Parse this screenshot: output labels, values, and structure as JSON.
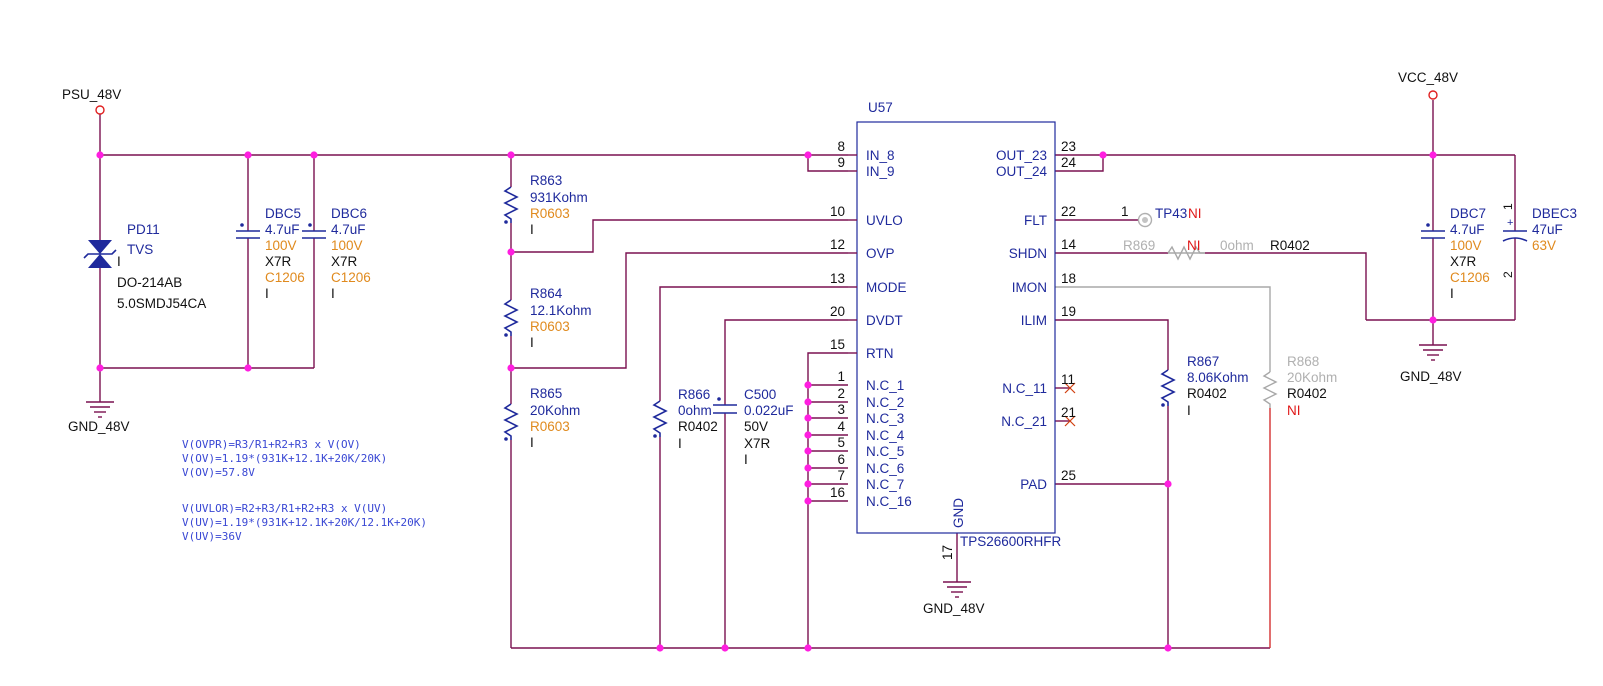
{
  "nets": {
    "psu": "PSU_48V",
    "vcc": "VCC_48V",
    "gnd_left": "GND_48V",
    "gnd_mid": "GND_48V",
    "gnd_right": "GND_48V"
  },
  "ic": {
    "ref": "U57",
    "part": "TPS26600RHFR",
    "gnd_label": "GND",
    "gnd_pin": "17",
    "left_pins": [
      {
        "num": "8",
        "name": "IN_8"
      },
      {
        "num": "9",
        "name": "IN_9"
      },
      {
        "num": "10",
        "name": "UVLO"
      },
      {
        "num": "12",
        "name": "OVP"
      },
      {
        "num": "13",
        "name": "MODE"
      },
      {
        "num": "20",
        "name": "DVDT"
      },
      {
        "num": "15",
        "name": "RTN"
      },
      {
        "num": "1",
        "name": "N.C_1"
      },
      {
        "num": "2",
        "name": "N.C_2"
      },
      {
        "num": "3",
        "name": "N.C_3"
      },
      {
        "num": "4",
        "name": "N.C_4"
      },
      {
        "num": "5",
        "name": "N.C_5"
      },
      {
        "num": "6",
        "name": "N.C_6"
      },
      {
        "num": "7",
        "name": "N.C_7"
      },
      {
        "num": "16",
        "name": "N.C_16"
      }
    ],
    "right_pins": [
      {
        "num": "23",
        "name": "OUT_23"
      },
      {
        "num": "24",
        "name": "OUT_24"
      },
      {
        "num": "22",
        "name": "FLT"
      },
      {
        "num": "14",
        "name": "SHDN"
      },
      {
        "num": "18",
        "name": "IMON"
      },
      {
        "num": "19",
        "name": "ILIM"
      },
      {
        "num": "11",
        "name": "N.C_11"
      },
      {
        "num": "21",
        "name": "N.C_21"
      },
      {
        "num": "25",
        "name": "PAD"
      }
    ]
  },
  "pd11": {
    "ref": "PD11",
    "type": "TVS",
    "pin": "I",
    "pkg": "DO-214AB",
    "part": "5.0SMDJ54CA"
  },
  "dbc5": {
    "ref": "DBC5",
    "value": "4.7uF",
    "voltage": "100V",
    "dielectric": "X7R",
    "pkg": "C1206",
    "pin": "I"
  },
  "dbc6": {
    "ref": "DBC6",
    "value": "4.7uF",
    "voltage": "100V",
    "dielectric": "X7R",
    "pkg": "C1206",
    "pin": "I"
  },
  "r863": {
    "ref": "R863",
    "value": "931Kohm",
    "pkg": "R0603",
    "pin": "I"
  },
  "r864": {
    "ref": "R864",
    "value": "12.1Kohm",
    "pkg": "R0603",
    "pin": "I"
  },
  "r865": {
    "ref": "R865",
    "value": "20Kohm",
    "pkg": "R0603",
    "pin": "I"
  },
  "r866": {
    "ref": "R866",
    "value": "0ohm",
    "pkg": "R0402",
    "pin": "I"
  },
  "c500": {
    "ref": "C500",
    "value": "0.022uF",
    "voltage": "50V",
    "dielectric": "X7R",
    "pin": "I"
  },
  "tp43": {
    "pin": "1",
    "ref": "TP43",
    "ni": "NI"
  },
  "r869": {
    "ref": "R869",
    "ni": "NI",
    "value": "0ohm",
    "pkg": "R0402"
  },
  "r867": {
    "ref": "R867",
    "value": "8.06Kohm",
    "pkg": "R0402",
    "pin": "I"
  },
  "r868": {
    "ref": "R868",
    "value": "20Kohm",
    "pkg": "R0402",
    "ni": "NI"
  },
  "dbc7": {
    "ref": "DBC7",
    "value": "4.7uF",
    "voltage": "100V",
    "dielectric": "X7R",
    "pkg": "C1206",
    "pin": "I"
  },
  "dbec3": {
    "ref": "DBEC3",
    "value": "47uF",
    "voltage": "63V",
    "pin1": "1",
    "pin2": "2"
  },
  "notes": {
    "ov": [
      "V(OVPR)=R3/R1+R2+R3 x V(OV)",
      "V(OV)=1.19*(931K+12.1K+20K/20K)",
      "V(OV)=57.8V"
    ],
    "uv": [
      "V(UVLOR)=R2+R3/R1+R2+R3 x V(UV)",
      "V(UV)=1.19*(931K+12.1K+20K/12.1K+20K)",
      "V(UV)=36V"
    ]
  }
}
